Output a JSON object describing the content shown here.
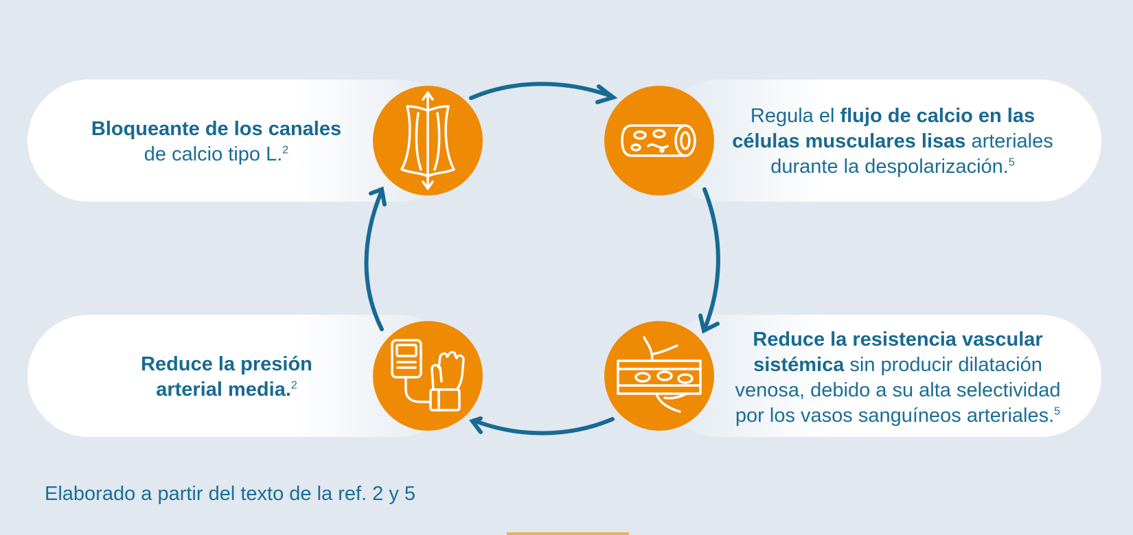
{
  "steps": [
    {
      "id": "bloqueante",
      "bold": "Bloqueante de los canales",
      "rest": "de calcio tipo L.",
      "ref": "2",
      "icon": "muscle-fiber-icon"
    },
    {
      "id": "regula",
      "pre": "Regula el ",
      "bold1": "flujo de calcio en las",
      "bold2": "células musculares lisas",
      "post": " arteriales",
      "line3": "durante la despolarización.",
      "ref": "5",
      "icon": "blood-vessel-icon"
    },
    {
      "id": "resistencia",
      "bold1": "Reduce la resistencia vascular",
      "bold2": "sistémica",
      "post": " sin producir dilatación",
      "line3": "venosa, debido a su alta selectividad",
      "line4": "por los vasos sanguíneos arteriales.",
      "ref": "5",
      "icon": "artery-cross-section-icon"
    },
    {
      "id": "presion",
      "bold1": "Reduce la presión",
      "bold2": "arterial media.",
      "ref": "2",
      "icon": "blood-pressure-monitor-icon"
    }
  ],
  "footer": "Elaborado a partir del texto de la ref. 2 y 5",
  "colors": {
    "background": "#e1e8f0",
    "accent_orange": "#ef8a05",
    "text_blue": "#1a6d96",
    "arrow_blue": "#176a92"
  }
}
